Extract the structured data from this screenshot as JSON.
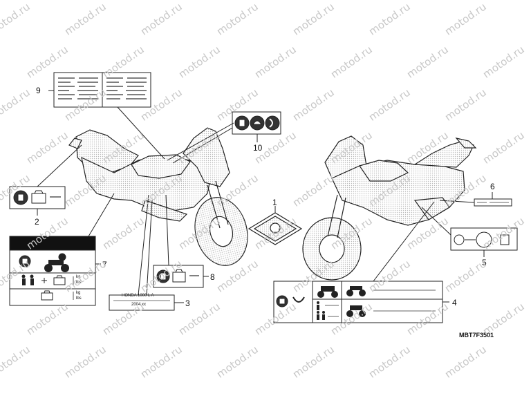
{
  "watermark": "motod.ru",
  "diagram_code": "MBT7F3501",
  "callouts": [
    "1",
    "2",
    "3",
    "4",
    "5",
    "6",
    "7",
    "8",
    "9",
    "10"
  ],
  "label_3": {
    "line1": "HONDA  1000  L  A",
    "line2": "2004  xx"
  },
  "weight_units": {
    "kg": "kg",
    "lbs": "lbs"
  },
  "colors": {
    "line": "#222222",
    "fill": "#dddddd",
    "band": "#111111",
    "watermark": "#c8c8c8"
  }
}
